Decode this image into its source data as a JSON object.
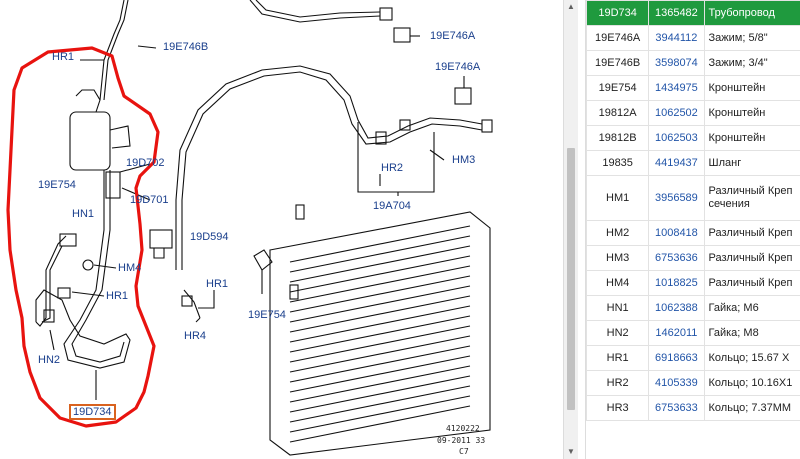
{
  "diagram": {
    "callouts": [
      {
        "id": "hr1-top",
        "text": "HR1"
      },
      {
        "id": "19e746b",
        "text": "19E746B"
      },
      {
        "id": "19e746a-1",
        "text": "19E746A"
      },
      {
        "id": "19e746a-2",
        "text": "19E746A"
      },
      {
        "id": "19d702",
        "text": "19D702"
      },
      {
        "id": "19e754-left",
        "text": "19E754"
      },
      {
        "id": "19d701",
        "text": "19D701"
      },
      {
        "id": "hn1",
        "text": "HN1"
      },
      {
        "id": "19d594",
        "text": "19D594"
      },
      {
        "id": "hr2",
        "text": "HR2"
      },
      {
        "id": "hm3",
        "text": "HM3"
      },
      {
        "id": "19a704",
        "text": "19A704"
      },
      {
        "id": "hm4",
        "text": "HM4"
      },
      {
        "id": "hr1-mid",
        "text": "HR1"
      },
      {
        "id": "hr1-right",
        "text": "HR1"
      },
      {
        "id": "19e754-right",
        "text": "19E754"
      },
      {
        "id": "hr4",
        "text": "HR4"
      },
      {
        "id": "hn2",
        "text": "HN2"
      },
      {
        "id": "19d734",
        "text": "19D734"
      }
    ],
    "footer_line1": "4120222",
    "footer_line2": "09-2011 33",
    "footer_line3": "C7",
    "highlight_color": "#e8130f",
    "callout_color": "#1a3f8c"
  },
  "parts_table": {
    "header_color": "#1f9a3e",
    "rows": [
      {
        "code": "19D734",
        "part_no": "1365482",
        "name": "Трубопровод"
      },
      {
        "code": "19E746A",
        "part_no": "3944112",
        "name": "Зажим; 5/8\""
      },
      {
        "code": "19E746B",
        "part_no": "3598074",
        "name": "Зажим; 3/4\""
      },
      {
        "code": "19E754",
        "part_no": "1434975",
        "name": "Кронштейн"
      },
      {
        "code": "19812A",
        "part_no": "1062502",
        "name": "Кронштейн"
      },
      {
        "code": "19812B",
        "part_no": "1062503",
        "name": "Кронштейн"
      },
      {
        "code": "19835",
        "part_no": "4419437",
        "name": "Шланг"
      },
      {
        "code": "HM1",
        "part_no": "3956589",
        "name": "Различный Креп сечения"
      },
      {
        "code": "HM2",
        "part_no": "1008418",
        "name": "Различный Креп"
      },
      {
        "code": "HM3",
        "part_no": "6753636",
        "name": "Различный Креп"
      },
      {
        "code": "HM4",
        "part_no": "1018825",
        "name": "Различный Креп"
      },
      {
        "code": "HN1",
        "part_no": "1062388",
        "name": "Гайка; M6"
      },
      {
        "code": "HN2",
        "part_no": "1462011",
        "name": "Гайка; M8"
      },
      {
        "code": "HR1",
        "part_no": "6918663",
        "name": "Кольцо; 15.67 X"
      },
      {
        "code": "HR2",
        "part_no": "4105339",
        "name": "Кольцо; 10.16X1"
      },
      {
        "code": "HR3",
        "part_no": "6753633",
        "name": "Кольцо; 7.37MM"
      }
    ]
  }
}
